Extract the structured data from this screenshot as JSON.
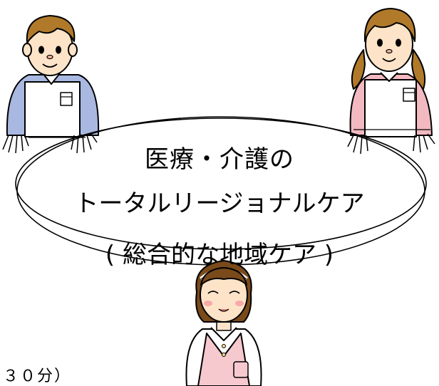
{
  "center_text": {
    "line1": "医療・介護の",
    "line2": "トータルリージョナルケア",
    "line3": "( 総合的な地域ケア )"
  },
  "caption": "３０分）",
  "colors": {
    "outline": "#000000",
    "skin": "#fde3c8",
    "hair_brown": "#b07a2a",
    "hair_dark": "#7a4a1a",
    "sleeve_blue": "#a8b8e0",
    "apron_pink": "#f6c9cf",
    "apron_white": "#ffffff",
    "pink_shirt": "#f3b9c0",
    "cheek": "#f7a9a9"
  },
  "icons": [
    "person-male-nurse",
    "person-female-nurse",
    "person-female-caregiver"
  ]
}
